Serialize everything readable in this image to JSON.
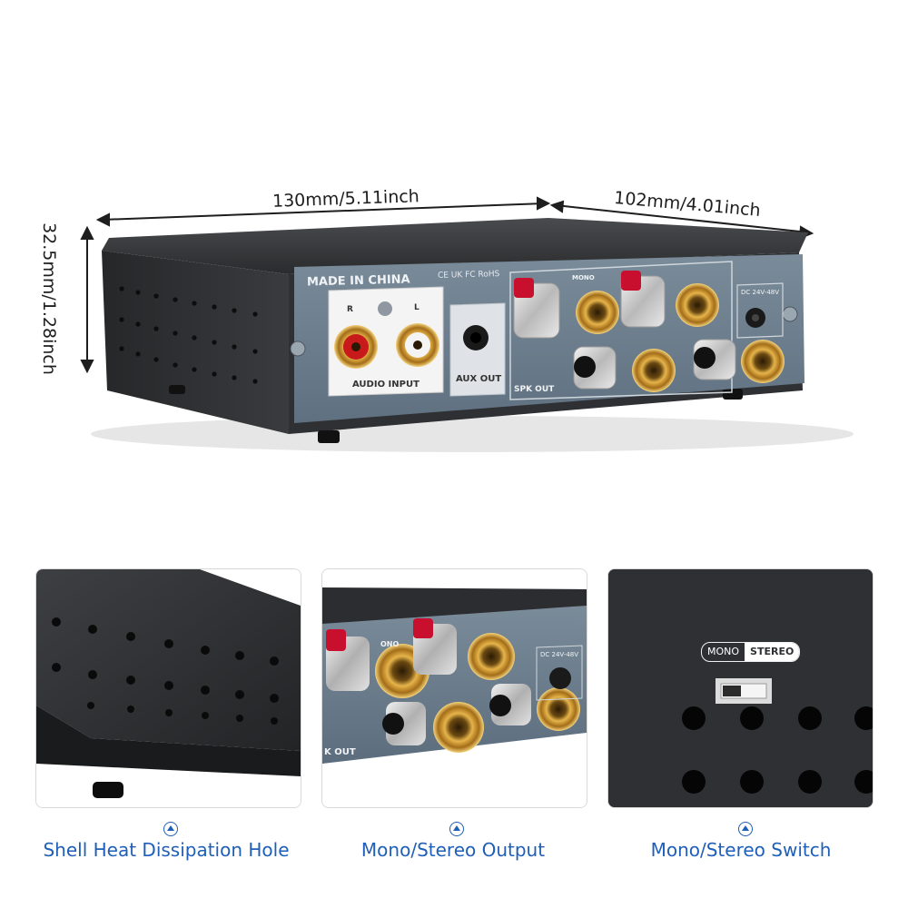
{
  "dimensions": {
    "width_label": "130mm/5.11inch",
    "depth_label": "102mm/4.01inch",
    "height_label": "32.5mm/1.28inch"
  },
  "rear_panel": {
    "made_in": "MADE IN CHINA",
    "certifications": "CE UK FC RoHS",
    "input_r": "R",
    "input_l": "L",
    "audio_input": "AUDIO INPUT",
    "aux_out": "AUX OUT",
    "spk_out": "SPK OUT",
    "mono_mark": "MONO",
    "dc_label": "DC 24V-48V"
  },
  "panels": [
    {
      "caption": "Shell Heat Dissipation Hole"
    },
    {
      "caption": "Mono/Stereo Output",
      "spk_out": "K OUT",
      "dc_label": "DC 24V-48V",
      "mono_mark": "ONO"
    },
    {
      "caption": "Mono/Stereo Switch",
      "switch_mono": "MONO",
      "switch_stereo": "STEREO"
    }
  ],
  "colors": {
    "caption_blue": "#1f5fb8",
    "panel_blue_gray": "#6d7f8f",
    "chassis": "#2b2c2e",
    "red_post": "#c8102e"
  }
}
